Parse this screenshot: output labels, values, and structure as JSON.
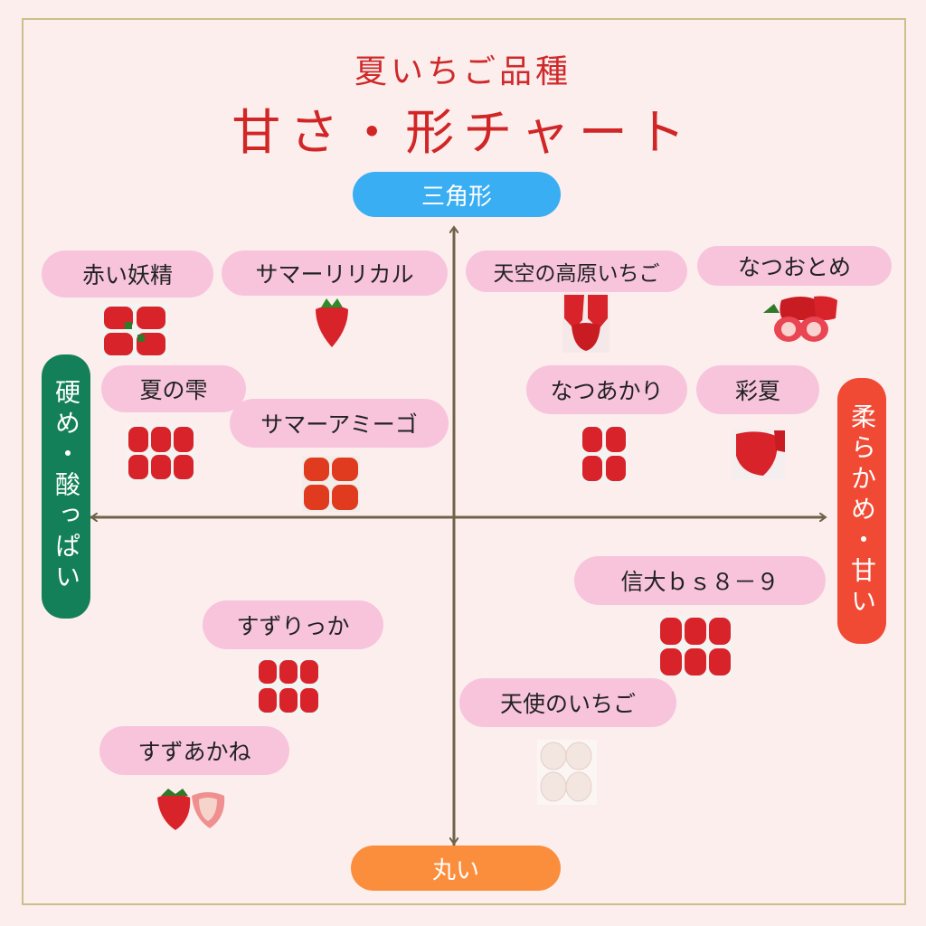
{
  "title": {
    "line1": "夏いちご品種",
    "line2": "甘さ・形チャート"
  },
  "axes": {
    "top": {
      "label": "三角形",
      "color": "#3aaef2"
    },
    "bottom": {
      "label": "丸い",
      "color": "#fb8e3c"
    },
    "left": {
      "label": "硬め・酸っぱい",
      "color": "#13805a"
    },
    "right": {
      "label": "柔らかめ・甘い",
      "color": "#f04a35"
    },
    "line_color": "#6f6448"
  },
  "varieties": [
    {
      "id": "akai-yousei",
      "label": "赤い妖精"
    },
    {
      "id": "summer-lirical",
      "label": "サマーリリカル"
    },
    {
      "id": "tenku",
      "label": "天空の高原いちご"
    },
    {
      "id": "natsuotome",
      "label": "なつおとめ"
    },
    {
      "id": "natsu-no-shizuku",
      "label": "夏の雫"
    },
    {
      "id": "summer-amigo",
      "label": "サマーアミーゴ"
    },
    {
      "id": "natsuakari",
      "label": "なつあかり"
    },
    {
      "id": "saika",
      "label": "彩夏"
    },
    {
      "id": "shindai",
      "label": "信大ｂｓ８－９"
    },
    {
      "id": "suzurikka",
      "label": "すずりっか"
    },
    {
      "id": "tenshi",
      "label": "天使のいちご"
    },
    {
      "id": "suzuakane",
      "label": "すずあかね"
    }
  ],
  "colors": {
    "pill": "#f7c4dc",
    "strawberry": "#d8232a",
    "white_strawberry": "#f3e6e0"
  }
}
